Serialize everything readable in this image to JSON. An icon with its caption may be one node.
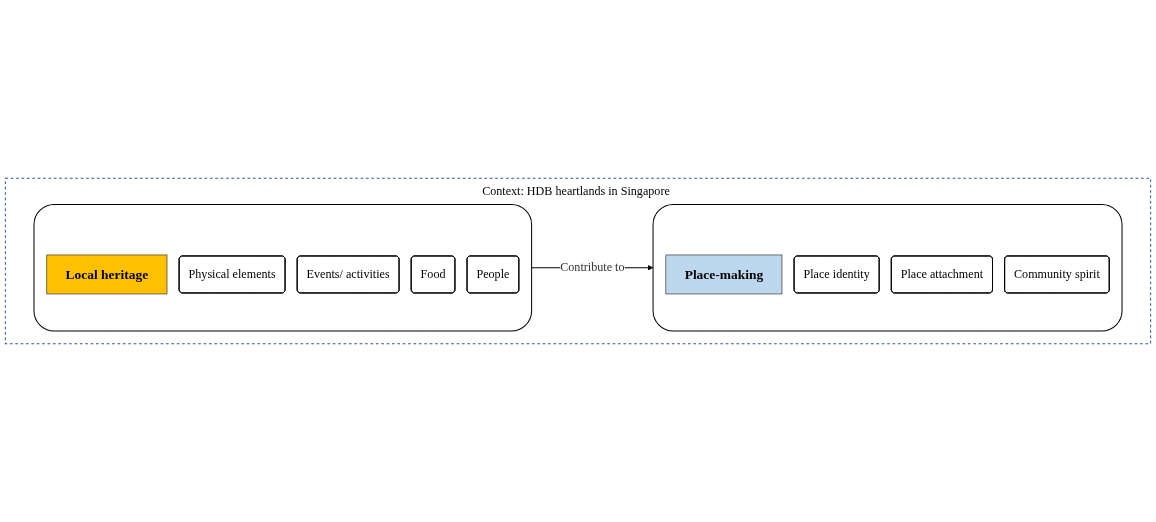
{
  "diagram": {
    "nodes": [
      {
        "text": [
          "Context: HDB heartlands in Singapore"
        ]
      },
      {
        "text": [],
        "shape": "box",
        "in": 0
      },
      {
        "text": [
          "Local heritage"
        ],
        "in": 1
      },
      {
        "text": [
          "Physical elements"
        ],
        "in": 1
      },
      {
        "text": [
          "Events/ activities"
        ],
        "in": 1
      },
      {
        "text": [
          "Food"
        ],
        "in": 1
      },
      {
        "text": [
          "People"
        ],
        "in": 1
      },
      {
        "text": [],
        "shape": "box",
        "in": 0
      },
      {
        "text": [
          "Place-making"
        ],
        "in": 7
      },
      {
        "text": [
          "Place identity"
        ],
        "in": 7
      },
      {
        "text": [
          "Place attachment"
        ],
        "in": 7
      },
      {
        "text": [
          "Community spirit"
        ],
        "in": 7
      }
    ],
    "edges": [
      {
        "from": 1,
        "to": 7,
        "arrow": "to",
        "label": "Contribute to"
      }
    ]
  }
}
